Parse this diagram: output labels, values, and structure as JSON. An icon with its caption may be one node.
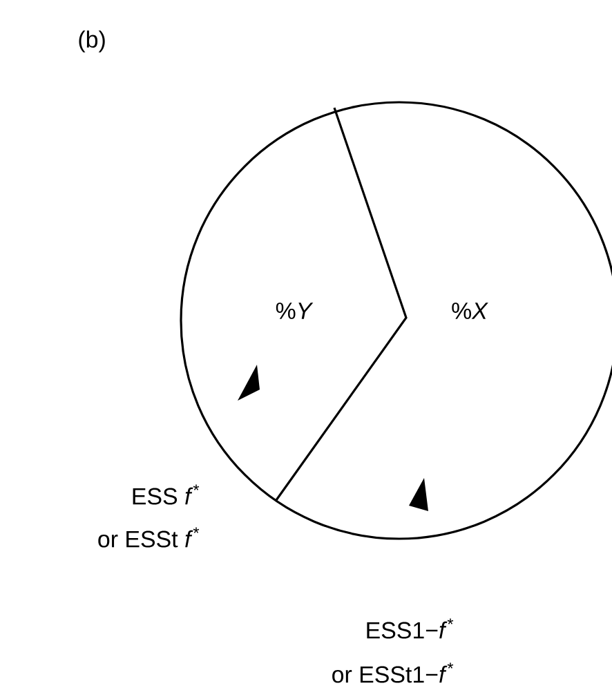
{
  "diagram": {
    "labels": [
      "(b)",
      "%*Y*",
      "%*X*",
      "ESS *f*$^{*}$",
      "or ESSt *f*$^{*}$",
      "ESS1−*f*$^{*}$",
      "or ESSt1−*f*$^{*}$"
    ]
  }
}
